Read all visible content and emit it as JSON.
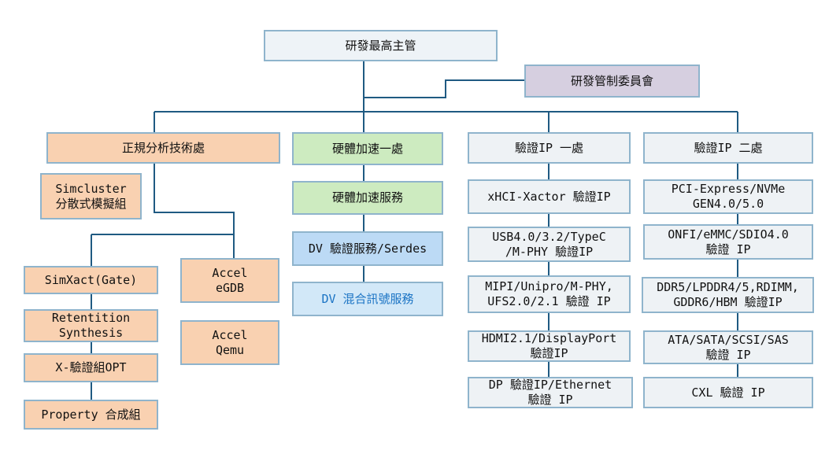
{
  "top": "研發最高主管",
  "committee": "研發管制委員會",
  "col1": {
    "header": "正規分析技術處",
    "simcluster": "Simcluster\n分散式模擬組",
    "simxact": "SimXact(Gate)",
    "retention": "Retentition\nSynthesis",
    "xverify": "X-驗證組OPT",
    "property": "Property 合成組",
    "accel_egdb": "Accel\neGDB",
    "accel_qemu": "Accel\nQemu"
  },
  "col2": {
    "header": "硬體加速一處",
    "service": "硬體加速服務",
    "dv_serdes": "DV 驗證服務/Serdes",
    "dv_mixed": "DV 混合訊號服務"
  },
  "col3": {
    "header": "驗證IP 一處",
    "items": [
      "xHCI-Xactor 驗證IP",
      "USB4.0/3.2/TypeC\n/M-PHY 驗證IP",
      "MIPI/Unipro/M-PHY,\nUFS2.0/2.1 驗證 IP",
      "HDMI2.1/DisplayPort\n驗證IP",
      "DP 驗證IP/Ethernet\n驗證 IP"
    ]
  },
  "col4": {
    "header": "驗證IP 二處",
    "items": [
      "PCI-Express/NVMe\nGEN4.0/5.0",
      "ONFI/eMMC/SDIO4.0\n驗證 IP",
      "DDR5/LPDDR4/5,RDIMM,\nGDDR6/HBM 驗證IP",
      "ATA/SATA/SCSI/SAS\n驗證 IP",
      "CXL 驗證 IP"
    ]
  },
  "colors": {
    "line": "#1f5a82",
    "border": "#8fb4cc",
    "orange": "#f9d1b1",
    "green": "#cdebc0",
    "blue": "#bcdaf5",
    "purple": "#d6cfe0"
  }
}
